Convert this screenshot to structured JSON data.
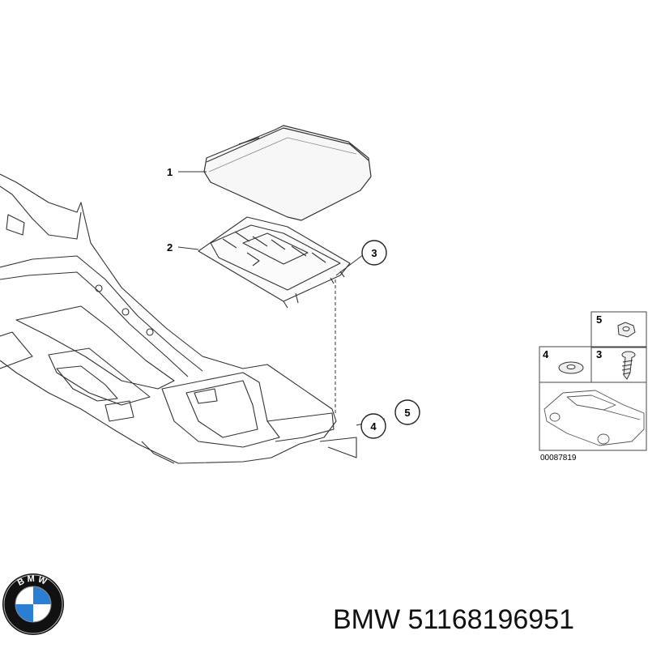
{
  "diagram": {
    "callouts": [
      {
        "id": "1",
        "label": "1"
      },
      {
        "id": "2",
        "label": "2"
      },
      {
        "id": "3",
        "label": "3"
      },
      {
        "id": "4",
        "label": "4"
      },
      {
        "id": "5",
        "label": "5"
      }
    ],
    "inset": {
      "labels": {
        "nut": "5",
        "washer": "4",
        "screw": "3"
      },
      "diagram_code": "00087819"
    }
  },
  "caption": {
    "brand": "BMW",
    "part_number": "51168196951"
  },
  "logo": {
    "text": "BMW",
    "colors": {
      "ring": "#111111",
      "blue": "#2a7fd4",
      "white": "#ffffff"
    }
  }
}
